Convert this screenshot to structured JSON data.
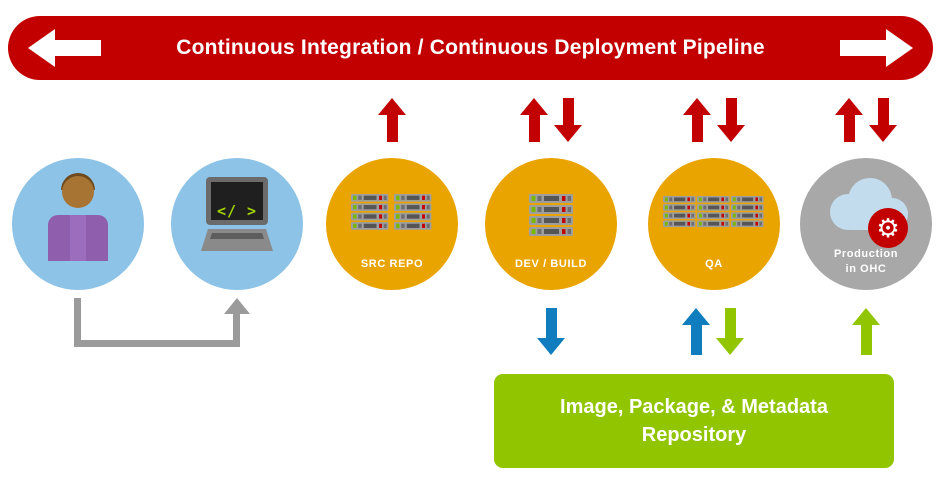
{
  "banner": {
    "title": "Continuous Integration / Continuous Deployment Pipeline"
  },
  "nodes": {
    "laptop": {
      "code": "</ >"
    },
    "src_repo": {
      "label": "SRC REPO"
    },
    "dev_build": {
      "label": "DEV / BUILD"
    },
    "qa": {
      "label": "QA"
    },
    "production": {
      "label_line1": "Production",
      "label_line2": "in OHC"
    }
  },
  "repository": {
    "line1": "Image, Package, & Metadata",
    "line2": "Repository"
  },
  "colors": {
    "pipeline_red": "#c30000",
    "stage_orange": "#eaa400",
    "person_blue": "#8cc3e6",
    "production_gray": "#a8a8a8",
    "repo_green": "#90c500",
    "flow_blue": "#0f7dbe",
    "connector_gray": "#9b9b9b"
  }
}
